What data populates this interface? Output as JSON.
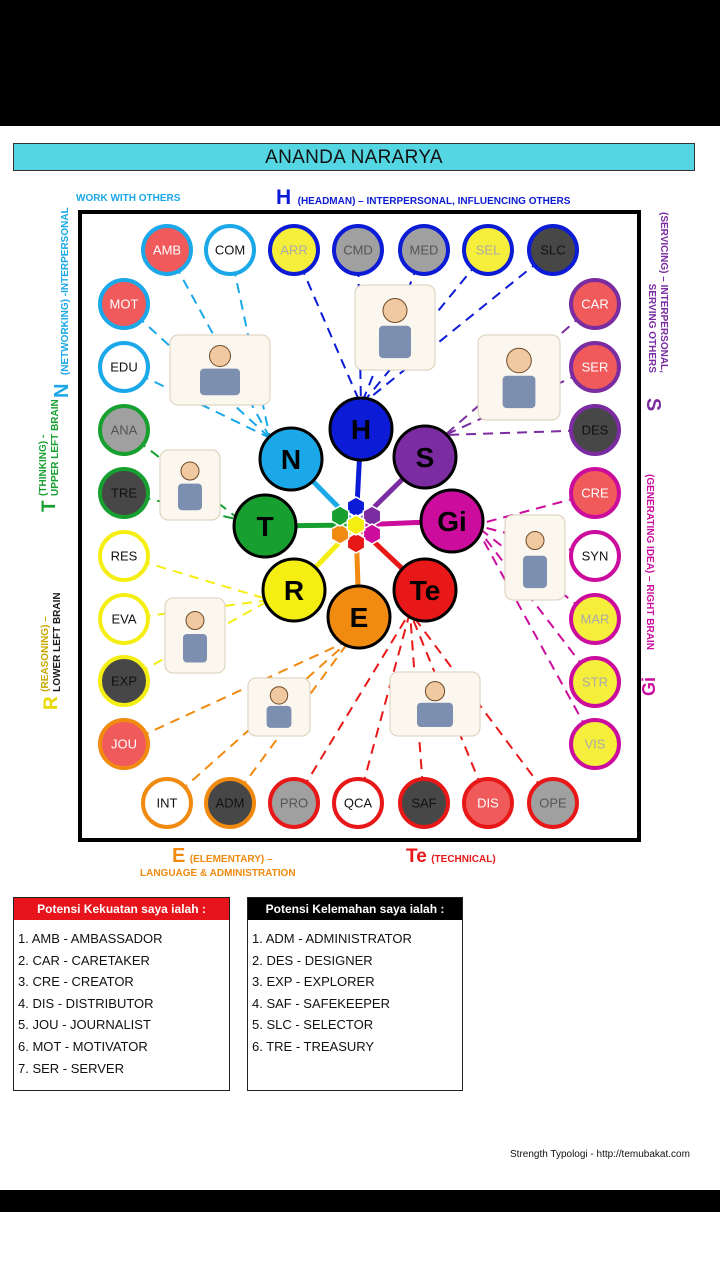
{
  "title": "ANANDA NARARYA",
  "labels": {
    "work_with_others": "WORK WITH OTHERS",
    "h_letter": "H",
    "h_text": "(HEADMAN) – INTERPERSONAL, INFLUENCING OTHERS",
    "n_letter": "N",
    "n_text": "(NETWORKING) -INTERPERSONAL",
    "s_letter": "S",
    "s_text_1": "(SERVICING) – INTERPERSONAL,",
    "s_text_2": "SERVING OTHERS",
    "t_letter": "T",
    "t_text_1": "(THINKING) -",
    "t_text_2": "UPPER LEFT BRAIN",
    "gi_letter": "Gi",
    "gi_text": "(GENERATING IDEA) – RIGHT BRAIN",
    "r_letter": "R",
    "r_text_1": "(REASONING) –",
    "r_text_2": "LOWER LEFT BRAIN",
    "e_letter": "E",
    "e_text_1": "(ELEMENTARY) –",
    "e_text_2": "LANGUAGE & ADMINISTRATION",
    "te_letter": "Te",
    "te_text": "(TECHNICAL)"
  },
  "center_nodes": [
    {
      "label": "H",
      "color": "#0b1bd6"
    },
    {
      "label": "S",
      "color": "#7a2ca0"
    },
    {
      "label": "Gi",
      "color": "#cc0c9c"
    },
    {
      "label": "Te",
      "color": "#e81818"
    },
    {
      "label": "E",
      "color": "#f08a10"
    },
    {
      "label": "R",
      "color": "#f4ee12"
    },
    {
      "label": "T",
      "color": "#17a030"
    },
    {
      "label": "N",
      "color": "#1aa8e8"
    }
  ],
  "typology_nodes": [
    {
      "code": "AMB",
      "group": "N",
      "fill": "#f05a5a",
      "text": "#fff"
    },
    {
      "code": "COM",
      "group": "N",
      "fill": "#ffffff",
      "text": "#111"
    },
    {
      "code": "ARR",
      "group": "H",
      "fill": "#f5ee3a",
      "text": "#aaa"
    },
    {
      "code": "CMD",
      "group": "H",
      "fill": "#a0a0a0",
      "text": "#555"
    },
    {
      "code": "MED",
      "group": "H",
      "fill": "#a0a0a0",
      "text": "#555"
    },
    {
      "code": "SEL",
      "group": "H",
      "fill": "#f5ee3a",
      "text": "#aaa"
    },
    {
      "code": "SLC",
      "group": "H",
      "fill": "#474747",
      "text": "#111"
    },
    {
      "code": "MOT",
      "group": "N",
      "fill": "#f05a5a",
      "text": "#fff"
    },
    {
      "code": "EDU",
      "group": "N",
      "fill": "#ffffff",
      "text": "#111"
    },
    {
      "code": "ANA",
      "group": "T",
      "fill": "#a0a0a0",
      "text": "#555"
    },
    {
      "code": "TRE",
      "group": "T",
      "fill": "#474747",
      "text": "#111"
    },
    {
      "code": "RES",
      "group": "R",
      "fill": "#ffffff",
      "text": "#111"
    },
    {
      "code": "EVA",
      "group": "R",
      "fill": "#ffffff",
      "text": "#111"
    },
    {
      "code": "EXP",
      "group": "R",
      "fill": "#474747",
      "text": "#111"
    },
    {
      "code": "JOU",
      "group": "E",
      "fill": "#f05a5a",
      "text": "#fff"
    },
    {
      "code": "CAR",
      "group": "S",
      "fill": "#f05a5a",
      "text": "#fff"
    },
    {
      "code": "SER",
      "group": "S",
      "fill": "#f05a5a",
      "text": "#fff"
    },
    {
      "code": "DES",
      "group": "S",
      "fill": "#474747",
      "text": "#111"
    },
    {
      "code": "CRE",
      "group": "Gi",
      "fill": "#f05a5a",
      "text": "#fff"
    },
    {
      "code": "SYN",
      "group": "Gi",
      "fill": "#ffffff",
      "text": "#111"
    },
    {
      "code": "MAR",
      "group": "Gi",
      "fill": "#f5ee3a",
      "text": "#aaa"
    },
    {
      "code": "STR",
      "group": "Gi",
      "fill": "#f5ee3a",
      "text": "#aaa"
    },
    {
      "code": "VIS",
      "group": "Gi",
      "fill": "#f5ee3a",
      "text": "#aaa"
    },
    {
      "code": "INT",
      "group": "E",
      "fill": "#ffffff",
      "text": "#111"
    },
    {
      "code": "ADM",
      "group": "E",
      "fill": "#474747",
      "text": "#111"
    },
    {
      "code": "PRO",
      "group": "Te",
      "fill": "#a0a0a0",
      "text": "#555"
    },
    {
      "code": "QCA",
      "group": "Te",
      "fill": "#ffffff",
      "text": "#111"
    },
    {
      "code": "SAF",
      "group": "Te",
      "fill": "#474747",
      "text": "#111"
    },
    {
      "code": "DIS",
      "group": "Te",
      "fill": "#f05a5a",
      "text": "#fff"
    },
    {
      "code": "OPE",
      "group": "Te",
      "fill": "#a0a0a0",
      "text": "#555"
    }
  ],
  "strengths": {
    "header": "Potensi Kekuatan saya ialah :",
    "items": [
      "1. AMB - AMBASSADOR",
      "2. CAR - CARETAKER",
      "3. CRE - CREATOR",
      "4. DIS - DISTRIBUTOR",
      "5. JOU - JOURNALIST",
      "6. MOT - MOTIVATOR",
      "7. SER - SERVER"
    ]
  },
  "weaknesses": {
    "header": "Potensi Kelemahan saya ialah :",
    "items": [
      "1. ADM - ADMINISTRATOR",
      "2. DES - DESIGNER",
      "3. EXP - EXPLORER",
      "4. SAF - SAFEKEEPER",
      "5. SLC - SELECTOR",
      "6. TRE - TREASURY"
    ]
  },
  "footer": "Strength Typologi - http://temubakat.com",
  "colors": {
    "title_bg": "#55d7e3",
    "strength_header": "#e8141c",
    "weakness_header": "#000000"
  }
}
